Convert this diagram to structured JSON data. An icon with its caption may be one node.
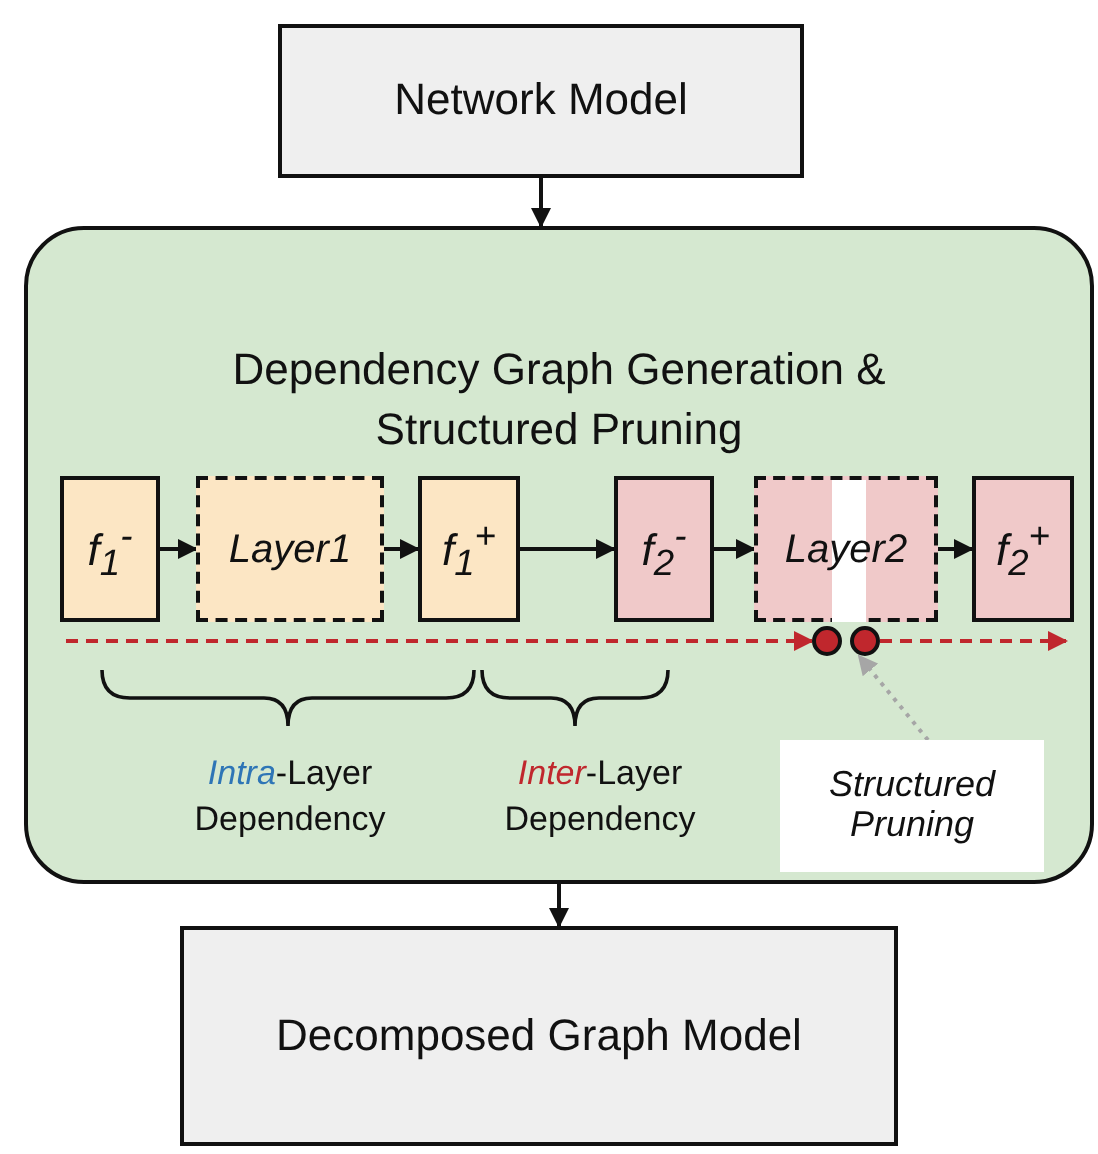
{
  "diagram": {
    "nodes": [
      {
        "text": [
          "Network Model"
        ]
      },
      {
        "text": [
          "Dependency Graph Generation & Structured Pruning"
        ]
      },
      {
        "text": [
          "f$_{1}$$^{-}$"
        ],
        "in": 1
      },
      {
        "text": [
          "Layer1"
        ],
        "in": 1
      },
      {
        "text": [
          "f$_{1}$$^{+}$"
        ],
        "in": 1
      },
      {
        "text": [
          "f$_{2}$$^{-}$"
        ],
        "in": 1
      },
      {
        "text": [
          "Layer2"
        ],
        "in": 1
      },
      {
        "text": [
          "f$_{2}$$^{+}$"
        ],
        "in": 1
      },
      {
        "text": [],
        "shape": "circle",
        "in": 1
      },
      {
        "text": [],
        "shape": "circle",
        "in": 1
      },
      {
        "text": [
          "Structured Pruning"
        ],
        "in": 1
      },
      {
        "text": [
          "Decomposed Graph Model"
        ]
      }
    ],
    "edges": [
      {
        "from": 0,
        "to": 1,
        "arrow": "to"
      },
      {
        "from": 2,
        "to": 3,
        "arrow": "to"
      },
      {
        "from": 3,
        "to": 4,
        "arrow": "to"
      },
      {
        "from": 4,
        "to": 5,
        "arrow": "to"
      },
      {
        "from": 5,
        "to": 6,
        "arrow": "to"
      },
      {
        "from": 6,
        "to": 7,
        "arrow": "to"
      },
      {
        "from": 2,
        "to": 8,
        "arrow": "to",
        "style": "dashed",
        "color": "#c0272d"
      },
      {
        "from": 9,
        "to": 7,
        "arrow": "to",
        "style": "dashed",
        "color": "#c0272d"
      },
      {
        "from": 10,
        "to": 9,
        "arrow": "to",
        "style": "dashed",
        "color": "#a6a6a6"
      },
      {
        "from": 1,
        "to": 11,
        "arrow": "to"
      }
    ],
    "labels": [
      "*Intra*-Layer Dependency",
      "*Inter*-Layer Dependency"
    ]
  }
}
